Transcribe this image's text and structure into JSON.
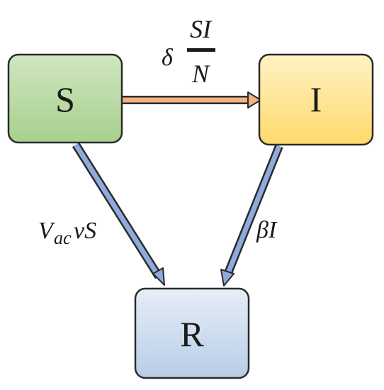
{
  "diagram": {
    "nodes": {
      "S": {
        "label": "S",
        "fill_top": "#cfe6bf",
        "fill_bottom": "#a8d08d"
      },
      "I": {
        "label": "I",
        "fill_top": "#fff2c4",
        "fill_bottom": "#ffd96b"
      },
      "R": {
        "label": "R",
        "fill_top": "#e6eef8",
        "fill_bottom": "#b7cde6"
      }
    },
    "edges": {
      "s_to_i": {
        "from": "S",
        "to": "I",
        "delta": "δ",
        "numerator": "SI",
        "denominator": "N",
        "color": "#f4b183"
      },
      "s_to_r": {
        "from": "S",
        "to": "R",
        "V": "V",
        "ac": "ac",
        "tail": "νS",
        "color": "#8faadc"
      },
      "i_to_r": {
        "from": "I",
        "to": "R",
        "label": "βI",
        "color": "#8faadc"
      }
    },
    "outline_color": "#2b2b2b"
  }
}
